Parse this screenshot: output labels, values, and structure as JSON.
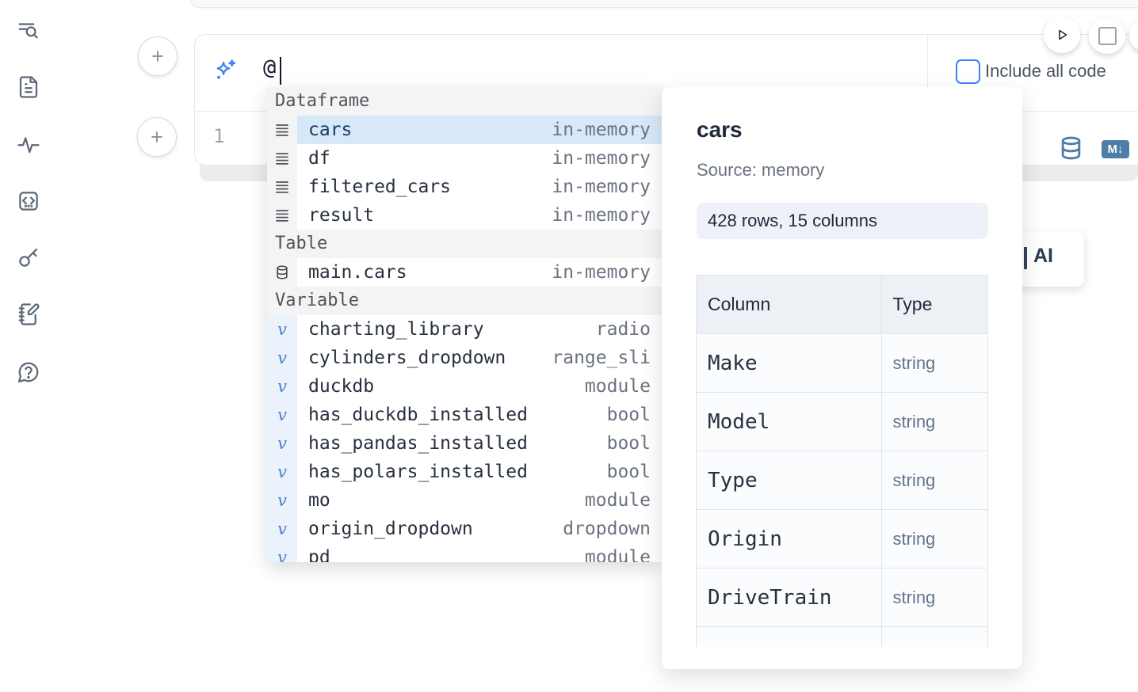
{
  "sidebar": {
    "icons": [
      {
        "name": "toc-search"
      },
      {
        "name": "document"
      },
      {
        "name": "activity"
      },
      {
        "name": "code-snippets"
      },
      {
        "name": "key"
      },
      {
        "name": "scratchpad"
      },
      {
        "name": "help-chat"
      }
    ]
  },
  "editor": {
    "add_cell_label": "+",
    "prompt_text": "@",
    "line_number": "1",
    "markdown_badge": "M↓"
  },
  "toolbar": {
    "include_all_code_label": "Include all code",
    "run_icon": "play",
    "stop_icon": "square"
  },
  "autocomplete": {
    "sections": [
      {
        "label": "Dataframe",
        "items": [
          {
            "name": "cars",
            "meta": "in-memory",
            "selected": true
          },
          {
            "name": "df",
            "meta": "in-memory"
          },
          {
            "name": "filtered_cars",
            "meta": "in-memory"
          },
          {
            "name": "result",
            "meta": "in-memory"
          }
        ]
      },
      {
        "label": "Table",
        "items": [
          {
            "name": "main.cars",
            "meta": "in-memory"
          }
        ]
      },
      {
        "label": "Variable",
        "items": [
          {
            "name": "charting_library",
            "meta": "radio"
          },
          {
            "name": "cylinders_dropdown",
            "meta": "range_sli"
          },
          {
            "name": "duckdb",
            "meta": "module"
          },
          {
            "name": "has_duckdb_installed",
            "meta": "bool"
          },
          {
            "name": "has_pandas_installed",
            "meta": "bool"
          },
          {
            "name": "has_polars_installed",
            "meta": "bool"
          },
          {
            "name": "mo",
            "meta": "module"
          },
          {
            "name": "origin_dropdown",
            "meta": "dropdown"
          },
          {
            "name": "pd",
            "meta": "module"
          }
        ]
      }
    ]
  },
  "panel": {
    "title": "cars",
    "source": "Source: memory",
    "shape": "428 rows, 15 columns",
    "table": {
      "headers": [
        "Column",
        "Type"
      ],
      "rows": [
        [
          "Make",
          "string"
        ],
        [
          "Model",
          "string"
        ],
        [
          "Type",
          "string"
        ],
        [
          "Origin",
          "string"
        ],
        [
          "DriveTrain",
          "string"
        ],
        [
          "",
          ""
        ]
      ]
    }
  },
  "ai_card": {
    "label": "AI"
  },
  "colors": {
    "accent_blue": "#3c82f6",
    "steel_blue": "#4d7ea8",
    "selection_bg": "#d7e8f8",
    "selection_text": "#1b3a66",
    "variable_icon": "#4d82d0"
  }
}
